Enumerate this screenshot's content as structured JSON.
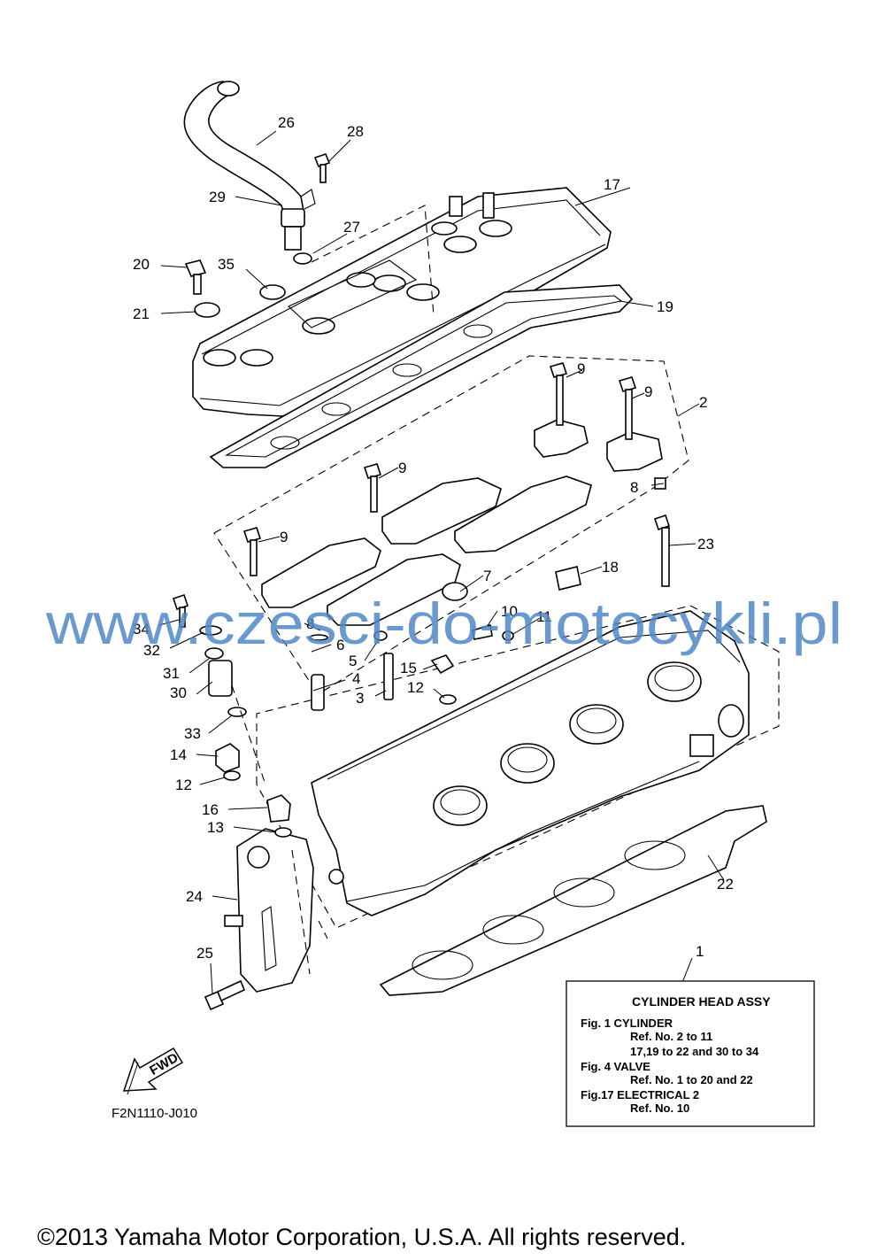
{
  "diagram": {
    "callouts": [
      {
        "id": "c1",
        "text": "1"
      },
      {
        "id": "c2",
        "text": "2"
      },
      {
        "id": "c3",
        "text": "3"
      },
      {
        "id": "c4",
        "text": "4"
      },
      {
        "id": "c5",
        "text": "5"
      },
      {
        "id": "c6",
        "text": "6"
      },
      {
        "id": "c7",
        "text": "7"
      },
      {
        "id": "c8a",
        "text": "8"
      },
      {
        "id": "c8b",
        "text": "8"
      },
      {
        "id": "c9a",
        "text": "9"
      },
      {
        "id": "c9b",
        "text": "9"
      },
      {
        "id": "c9c",
        "text": "9"
      },
      {
        "id": "c9d",
        "text": "9"
      },
      {
        "id": "c10",
        "text": "10"
      },
      {
        "id": "c11",
        "text": "11"
      },
      {
        "id": "c12a",
        "text": "12"
      },
      {
        "id": "c12b",
        "text": "12"
      },
      {
        "id": "c13",
        "text": "13"
      },
      {
        "id": "c14",
        "text": "14"
      },
      {
        "id": "c15",
        "text": "15"
      },
      {
        "id": "c16",
        "text": "16"
      },
      {
        "id": "c17",
        "text": "17"
      },
      {
        "id": "c18",
        "text": "18"
      },
      {
        "id": "c19",
        "text": "19"
      },
      {
        "id": "c20",
        "text": "20"
      },
      {
        "id": "c21",
        "text": "21"
      },
      {
        "id": "c22",
        "text": "22"
      },
      {
        "id": "c23",
        "text": "23"
      },
      {
        "id": "c24",
        "text": "24"
      },
      {
        "id": "c25",
        "text": "25"
      },
      {
        "id": "c26",
        "text": "26"
      },
      {
        "id": "c27",
        "text": "27"
      },
      {
        "id": "c28",
        "text": "28"
      },
      {
        "id": "c29",
        "text": "29"
      },
      {
        "id": "c30",
        "text": "30"
      },
      {
        "id": "c31",
        "text": "31"
      },
      {
        "id": "c32",
        "text": "32"
      },
      {
        "id": "c33",
        "text": "33"
      },
      {
        "id": "c34",
        "text": "34"
      },
      {
        "id": "c35",
        "text": "35"
      }
    ]
  },
  "legend": {
    "title": "CYLINDER HEAD ASSY",
    "lines": [
      "Fig.  1 CYLINDER",
      "Ref. No. 2 to 11",
      "17,19 to 22 and 30 to 34",
      "Fig.  4 VALVE",
      "Ref. No. 1 to 20 and 22",
      "Fig.17 ELECTRICAL 2",
      "Ref. No. 10"
    ]
  },
  "fwd_label": "FWD",
  "figure_code": "F2N1110-J010",
  "watermark": "www.czesci-do-motocykli.pl",
  "copyright": "©2013 Yamaha Motor Corporation, U.S.A. All rights reserved."
}
